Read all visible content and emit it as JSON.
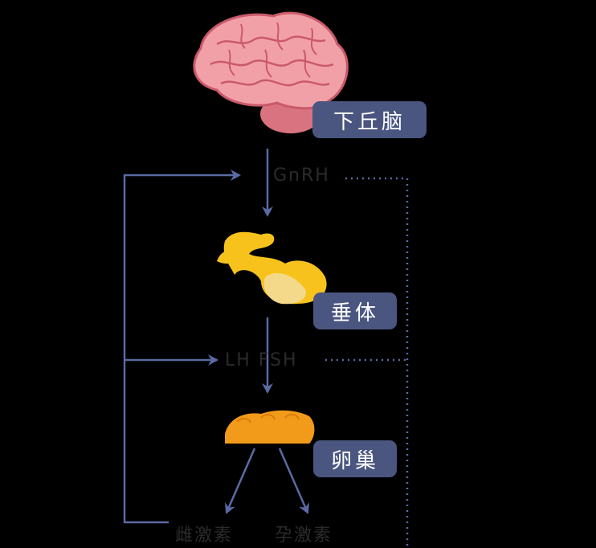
{
  "labels": {
    "hypothalamus": "下丘脑",
    "pituitary": "垂体",
    "ovary": "卵巢"
  },
  "hidden_hormones": {
    "top": "GnRH",
    "middle": "LH FSH",
    "bottom_left": "雌激素",
    "bottom_right": "孕激素"
  },
  "colors": {
    "background": "#000000",
    "arrow": "#5b6aa3",
    "label_bg": "#4a5680",
    "brain": "#f2a0a8",
    "pituitary": "#f7c21c",
    "ovary": "#f29a1a"
  }
}
